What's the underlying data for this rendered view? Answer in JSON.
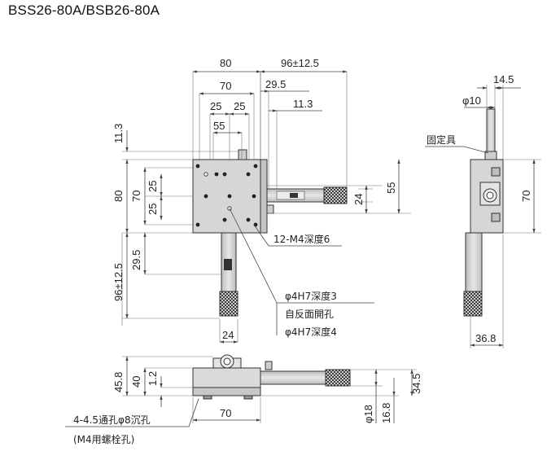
{
  "title": "BSS26-80A/BSB26-80A",
  "top_view": {
    "w80": "80",
    "w70": "70",
    "w25a": "25",
    "w25b": "25",
    "w55": "55",
    "s96": "96±12.5",
    "s29_5": "29.5",
    "s11_3": "11.3",
    "h11_3": "11.3",
    "h80": "80",
    "h70": "70",
    "h25a": "25",
    "h25b": "25",
    "r24": "24",
    "r55": "55",
    "v96": "96±12.5",
    "v29_5": "29.5",
    "b24": "24"
  },
  "notes": {
    "tapped": "12-M4深度6",
    "pin": "φ4H7深度3",
    "through": "自反面開孔",
    "pin2": "φ4H7深度4",
    "mount1": "4-4.5通孔φ8沉孔",
    "mount2": "(M4用螺栓孔)"
  },
  "side_view": {
    "d14_5": "14.5",
    "d10": "φ10",
    "clamp": "固定具",
    "h70": "70",
    "d36_8": "36.8"
  },
  "front_view": {
    "h45_8": "45.8",
    "h40": "40",
    "h1_2": "1.2",
    "w70": "70",
    "d18": "φ18",
    "d16_8": "16.8",
    "h34_5": "34.5"
  }
}
